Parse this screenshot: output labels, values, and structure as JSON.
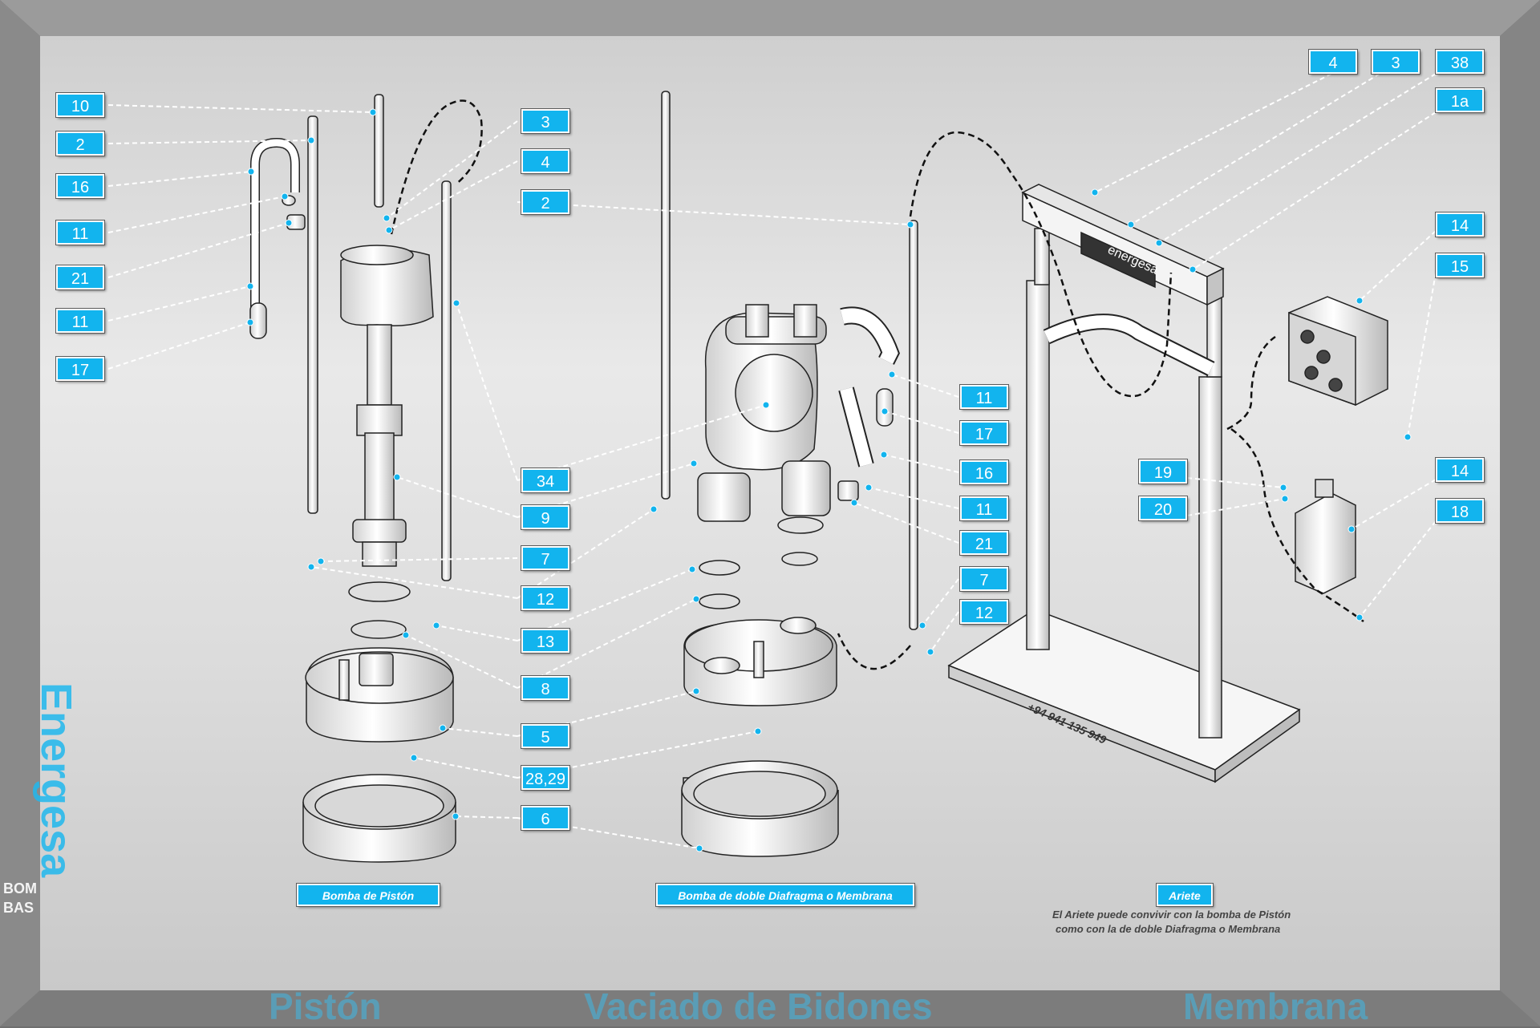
{
  "brand": {
    "vertical_name": "Energesa",
    "bombas_line1": "BOM",
    "bombas_line2": "BAS",
    "accent": "#12b4ee"
  },
  "footer": {
    "left": "Pistón",
    "center": "Vaciado de Bidones",
    "right": "Membrana"
  },
  "sections": {
    "piston_caption": "Bomba de Pistón",
    "diaphragm_caption": "Bomba de doble Diafragma o Membrana",
    "ariete_caption": "Ariete",
    "ariete_note_line1": "El Ariete puede convivir con la bomba de Pistón",
    "ariete_note_line2": "como con la de doble Diafragma o Membrana"
  },
  "machine_labels": {
    "frame_brand": "energesa",
    "phone": "+94 941 135 949"
  },
  "callouts": {
    "left": [
      "10",
      "2",
      "16",
      "11",
      "21",
      "11",
      "17"
    ],
    "center": [
      "3",
      "4",
      "2",
      "34",
      "9",
      "7",
      "12",
      "13",
      "8",
      "5",
      "28,29",
      "6"
    ],
    "right_center": [
      "11",
      "17",
      "16",
      "11",
      "21",
      "7",
      "12"
    ],
    "ariete_top": [
      "4",
      "3",
      "38",
      "1a"
    ],
    "ariete_right": [
      "14",
      "15",
      "14",
      "18"
    ],
    "ariete_mid": [
      "19",
      "20"
    ]
  }
}
